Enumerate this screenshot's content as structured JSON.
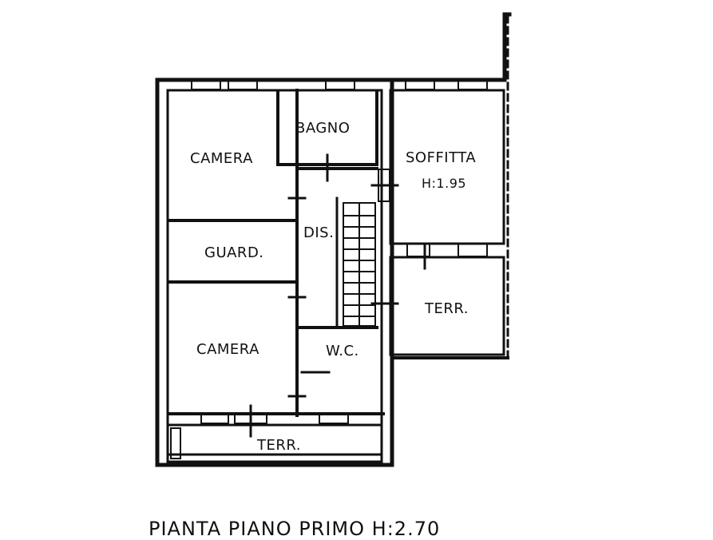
{
  "rooms": {
    "camera_top": "CAMERA",
    "bagno": "BAGNO",
    "soffitta": "SOFFITTA",
    "soffitta_height": "H:1.95",
    "dis": "DIS.",
    "guard": "GUARD.",
    "terr_right": "TERR.",
    "camera_bottom": "CAMERA",
    "wc": "W.C.",
    "terr_bottom": "TERR."
  },
  "caption": "PIANTA PIANO PRIMO H:2.70"
}
